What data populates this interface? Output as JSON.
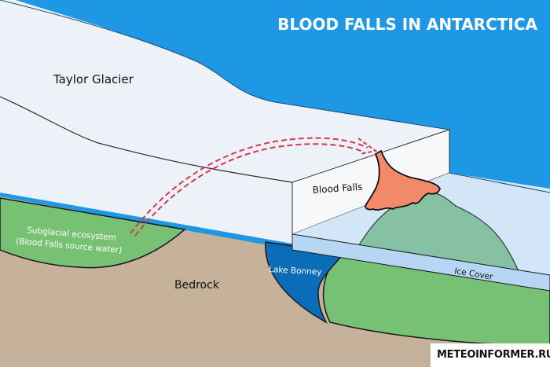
{
  "title": "BLOOD FALLS IN ANTARCTICA",
  "labels": {
    "glacier": "Taylor Glacier",
    "blood_falls": "Blood Falls",
    "subglacial_line1": "Subglacial ecosystem",
    "subglacial_line2": "(Blood Falls source water)",
    "bedrock": "Bedrock",
    "lake": "Lake Bonney",
    "ice_cover": "Ice Cover"
  },
  "watermark": "METEOINFORMER.RU",
  "colors": {
    "sky": "#1e98e4",
    "glacier": "#edf1f8",
    "glacier_front": "#f7f8fa",
    "ice_shelf": "#d2e6f8",
    "ice_cover": "#b7d6f4",
    "bedrock": "#c6b29a",
    "ecosystem": "#77c174",
    "lake": "#0b6cb8",
    "ridge": "#86c1a4",
    "blood": "#f28a6a",
    "arrow": "#d6374a"
  }
}
